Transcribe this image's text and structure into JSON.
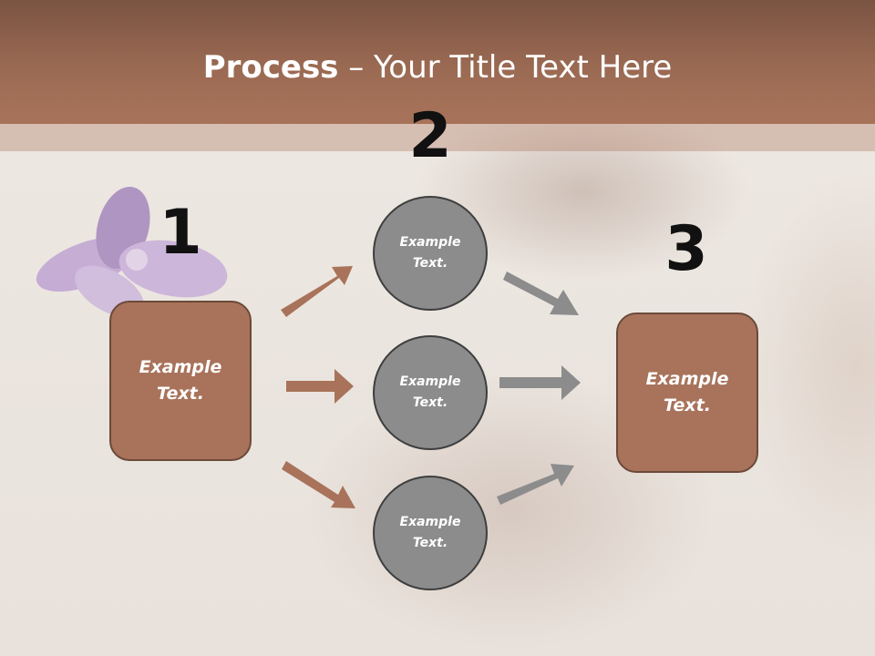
{
  "header": {
    "title_strong": "Process",
    "title_rest": " – Your Title Text Here"
  },
  "steps": {
    "one": {
      "number": "1",
      "box_text": "Example Text."
    },
    "two": {
      "number": "2",
      "circles": [
        "Example Text.",
        "Example Text.",
        "Example Text."
      ]
    },
    "three": {
      "number": "3",
      "box_text": "Example Text."
    }
  },
  "colors": {
    "header": "#a8735a",
    "box": "#a8735a",
    "circle": "#8c8c8c",
    "arrow_left": "#a8735a",
    "arrow_right": "#8c8c8c"
  }
}
